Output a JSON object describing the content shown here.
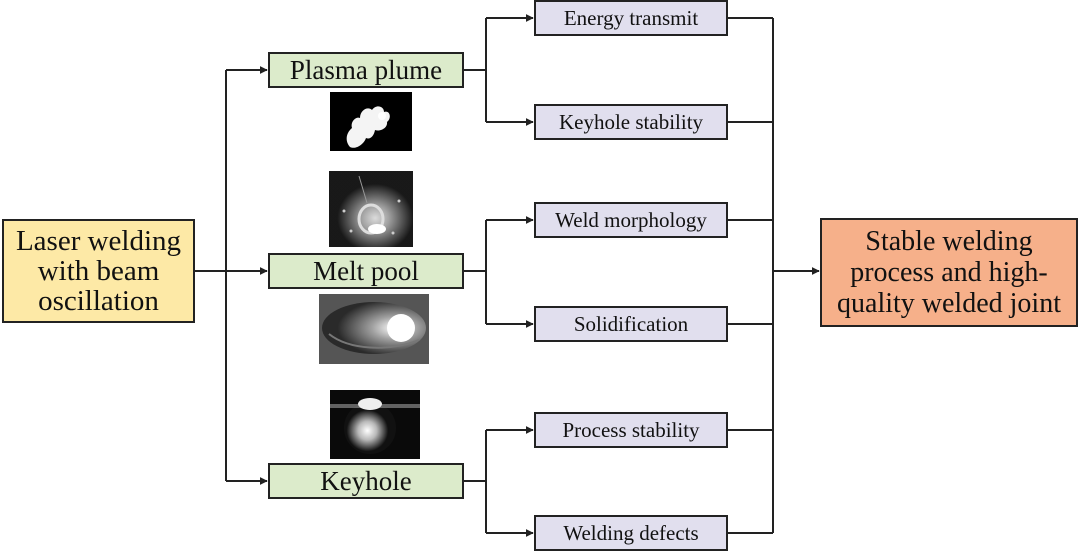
{
  "input": {
    "lines": [
      "Laser welding",
      "with beam",
      "oscillation"
    ]
  },
  "phenomena": [
    {
      "label": "Plasma plume",
      "effects": [
        "Energy transmit",
        "Keyhole stability"
      ]
    },
    {
      "label": "Melt pool",
      "effects": [
        "Weld morphology",
        "Solidification"
      ]
    },
    {
      "label": "Keyhole",
      "effects": [
        "Process stability",
        "Welding defects"
      ]
    }
  ],
  "output": {
    "lines": [
      "Stable welding",
      "process and high-",
      "quality welded joint"
    ]
  },
  "colors": {
    "input_fill": "#fde9a6",
    "phenomenon_fill": "#dcebcb",
    "effect_fill": "#e1dfee",
    "output_fill": "#f6b08a",
    "line": "#222222"
  },
  "images": [
    {
      "name": "plasma-plume-photo"
    },
    {
      "name": "melt-pool-top-photo"
    },
    {
      "name": "melt-pool-side-photo"
    },
    {
      "name": "keyhole-photo"
    }
  ]
}
